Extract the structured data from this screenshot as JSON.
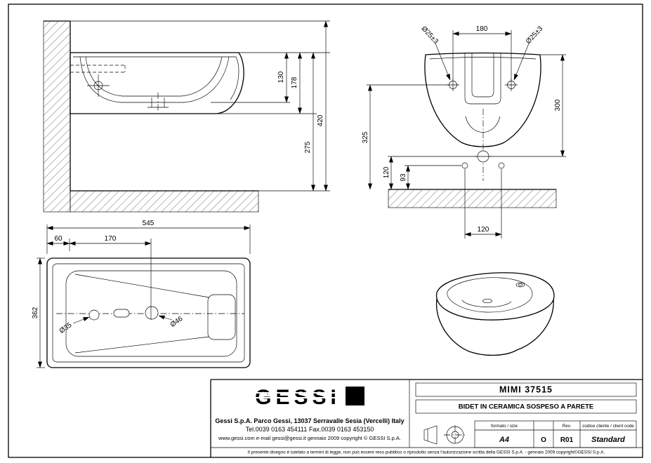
{
  "sheet": {
    "paper_color": "#ffffff",
    "ink_color": "#000000"
  },
  "side_view": {
    "d130": "130",
    "d178": "178",
    "d275": "275",
    "d420": "420"
  },
  "front_view": {
    "hole_left_label": "Ø25±3",
    "hole_right_label": "Ø25±3",
    "d180": "180",
    "d300": "300",
    "d325": "325",
    "d120_left": "120",
    "d93": "93",
    "d120_bottom": "120"
  },
  "plan_view": {
    "d545": "545",
    "d60": "60",
    "d170": "170",
    "d362": "362",
    "hole_small_label": "Ø35",
    "hole_large_label": "Ø46"
  },
  "title_block": {
    "logo_text": "GESSI",
    "address": "Gessi S.p.A. Parco Gessi, 13037 Serravalle Sesia (Vercelli) Italy",
    "phone": "Tel.0039 0163 454111 Fax.0039 0163 453150",
    "web_line": "www.gessi.com e-mail gessi@gessi.it gennaio 2009 copyright © GESSI S.p.A.",
    "model": "MIMI 37515",
    "description": "BIDET IN CERAMICA SOSPESO A PARETE",
    "format_label": "formato / size",
    "format_value": "A4",
    "scale_value": "O",
    "rev_label": "Rev.",
    "rev_value": "R01",
    "client_code_label": "codice cliente / client code",
    "client_code_value": "Standard",
    "disclaimer": "Il presente disegno è tutelato a termini di legge, non può essere reso pubblico o riprodotto senza l'autorizzazione scritta della GESSI S.p.A. - gennaio 2009 copyright©GESSI S.p.A."
  }
}
